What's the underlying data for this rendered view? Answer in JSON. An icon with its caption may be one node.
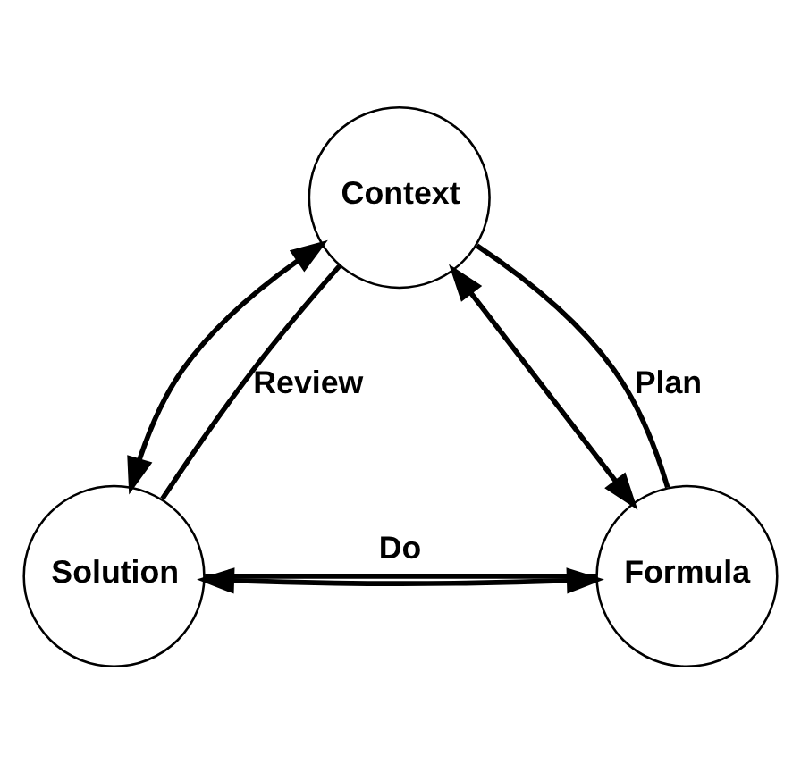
{
  "diagram": {
    "nodes": [
      {
        "text": [
          "Context"
        ]
      },
      {
        "text": [
          "Solution"
        ]
      },
      {
        "text": [
          "Formula"
        ]
      }
    ],
    "edges": [
      {
        "from": 1,
        "to": 0,
        "arrow": "none",
        "label": "Review"
      },
      {
        "from": 0,
        "to": 1,
        "arrow": "both"
      },
      {
        "from": 0,
        "to": 2,
        "arrow": "both"
      },
      {
        "from": 0,
        "to": 2,
        "arrow": "none",
        "label": "Plan"
      },
      {
        "from": 1,
        "to": 2,
        "arrow": "both"
      },
      {
        "from": 1,
        "to": 2,
        "arrow": "none",
        "label": "Do"
      }
    ]
  }
}
